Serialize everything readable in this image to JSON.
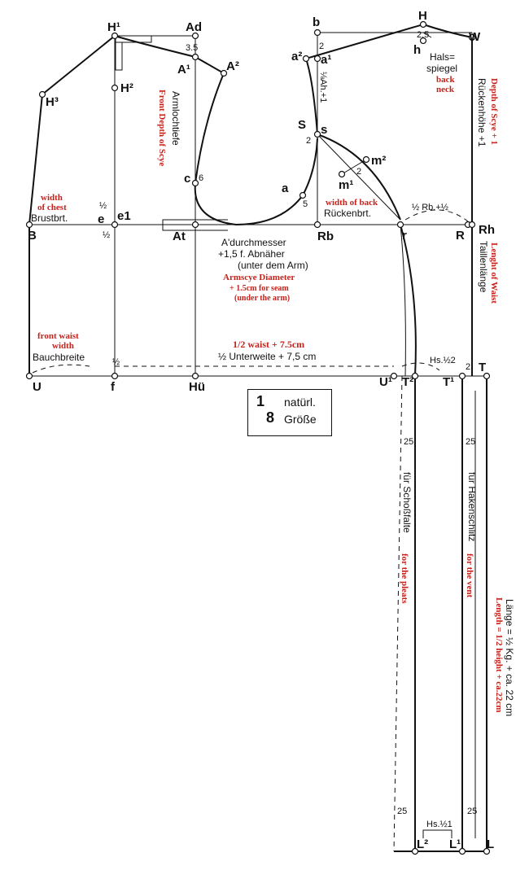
{
  "points": {
    "H1": "H¹",
    "Ad": "Ad",
    "A1": "A¹",
    "A2": "A²",
    "H2": "H²",
    "H3": "H³",
    "c": "c",
    "a": "a",
    "S": "S",
    "s": "s",
    "a2": "a²",
    "a1": "a¹",
    "b": "b",
    "H": "H",
    "h": "h",
    "W": "W",
    "m1": "m¹",
    "m2": "m²",
    "B": "B",
    "e": "e",
    "e1": "e1",
    "At": "At",
    "Rb": "Rb",
    "r": "r",
    "R": "R",
    "Rh": "Rh",
    "U": "U",
    "f": "f",
    "Hu": "Hü",
    "U1": "U¹",
    "T2": "T²",
    "T1": "T¹",
    "T": "T",
    "L2": "L²",
    "L1": "L¹",
    "L": "L"
  },
  "small": {
    "n35": "3.5",
    "n6": "6",
    "n2s": "2",
    "n5": "5",
    "n2a": "2",
    "n2b": "2",
    "n25top": "2.5",
    "n2m": "2",
    "half": "½",
    "half2": "½",
    "half3": "½",
    "n2t": "2",
    "n25a": "25",
    "n25b": "25",
    "n25c": "25",
    "n25d": "25"
  },
  "german": {
    "armlochtiefe": "Armlochtiefe",
    "ah": "⅛Ah.+1",
    "hals1": "Hals=",
    "hals2": "spiegel",
    "rueckenhoehe": "Rückenhöhe +1",
    "brustbrt": "Brustbrt.",
    "rueckenbrt": "Rückenbrt.",
    "rb2": "½ Rb.+½",
    "adurch": "A'durchmesser",
    "abnaeher": "+1,5  f. Abnäher",
    "unterarm": "(unter dem Arm)",
    "taillen": "Taillenlänge",
    "bauch": "Bauchbreite",
    "unterweite": "½ Unterweite + 7,5 cm",
    "hs2": "Hs.½2",
    "hs1": "Hs.½1",
    "schoss": "für Schoßfalte",
    "haken": "für Hakenschlitz",
    "laenge": "Länge  = ½ Kg. + ca. 22 cm"
  },
  "english": {
    "front_depth": "Front Depth of Scye",
    "back_neck1": "back",
    "back_neck2": "neck",
    "depth_scye": "Depth of Scye + 1",
    "width_chest1": "width",
    "width_chest2": "of chest",
    "width_back": "width of back",
    "armscye": "Armscye Diameter",
    "seam1": "+ 1.5cm for seam",
    "seam2": "(under the arm)",
    "waist_len": "Lenght of Waist",
    "front_waist1": "front waist",
    "front_waist2": "width",
    "half_waist": "1/2 waist + 7.5cm",
    "pleats": "for the pleats",
    "vent": "for the vent",
    "length": "Length = 1/2 height + ca.22cm"
  },
  "scale": {
    "fraction_top": "1",
    "fraction_bottom": "8",
    "word1": "natürl.",
    "word2": "Größe"
  }
}
